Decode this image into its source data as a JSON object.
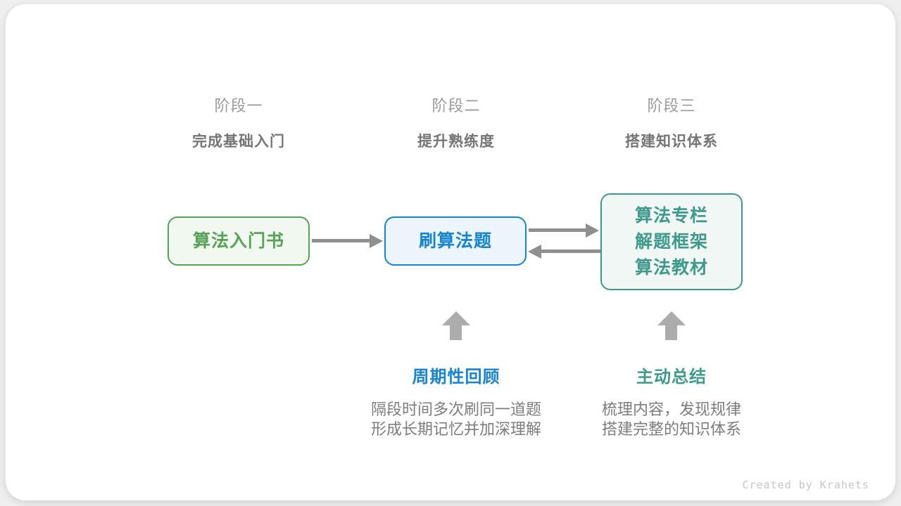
{
  "stages": [
    {
      "label": "阶段一",
      "subtitle": "完成基础入门"
    },
    {
      "label": "阶段二",
      "subtitle": "提升熟练度"
    },
    {
      "label": "阶段三",
      "subtitle": "搭建知识体系"
    }
  ],
  "nodes": [
    {
      "color": "green",
      "lines": [
        "算法入门书"
      ]
    },
    {
      "color": "blue",
      "lines": [
        "刷算法题"
      ]
    },
    {
      "color": "teal",
      "lines": [
        "算法专栏",
        "解题框架",
        "算法教材"
      ]
    }
  ],
  "annotations": [
    {
      "color": "blue",
      "title": "周期性回顾",
      "lines": [
        "隔段时间多次刷同一道题",
        "形成长期记忆并加深理解"
      ]
    },
    {
      "color": "teal",
      "title": "主动总结",
      "lines": [
        "梳理内容，发现规律",
        "搭建完整的知识体系"
      ]
    }
  ],
  "footer": {
    "credit": "Created by Krahets"
  },
  "colors": {
    "page_bg": "#EFEFEF",
    "card_bg": "#FFFFFF",
    "green": "#56A257",
    "green_fill": "#F1F8EF",
    "blue": "#1584D4",
    "blue_fill": "#ECF5FC",
    "teal": "#3E9A8B",
    "teal_fill": "#F0F7F4",
    "arrow": "#8F8F8F",
    "block_arrow": "#ACACAC",
    "stage_label": "#9B9B9B",
    "stage_subtitle": "#757575",
    "description": "#7D7D7D",
    "credit": "#C6C6C6"
  }
}
